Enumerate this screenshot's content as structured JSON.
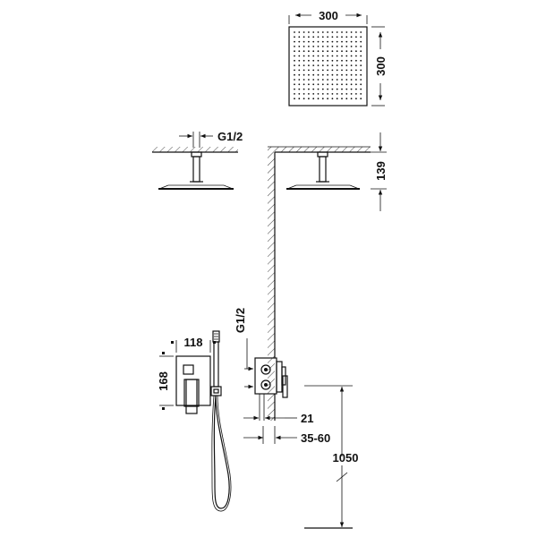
{
  "dimensions": {
    "head_width": "300",
    "head_height": "300",
    "thread_top": "G1/2",
    "arm_drop": "139",
    "thread_mixer": "G1/2",
    "plate_width": "118",
    "plate_height": "168",
    "projection": "21",
    "recess_depth": "35-60",
    "mount_height": "1050"
  },
  "colors": {
    "line": "#111111",
    "background": "#ffffff"
  }
}
